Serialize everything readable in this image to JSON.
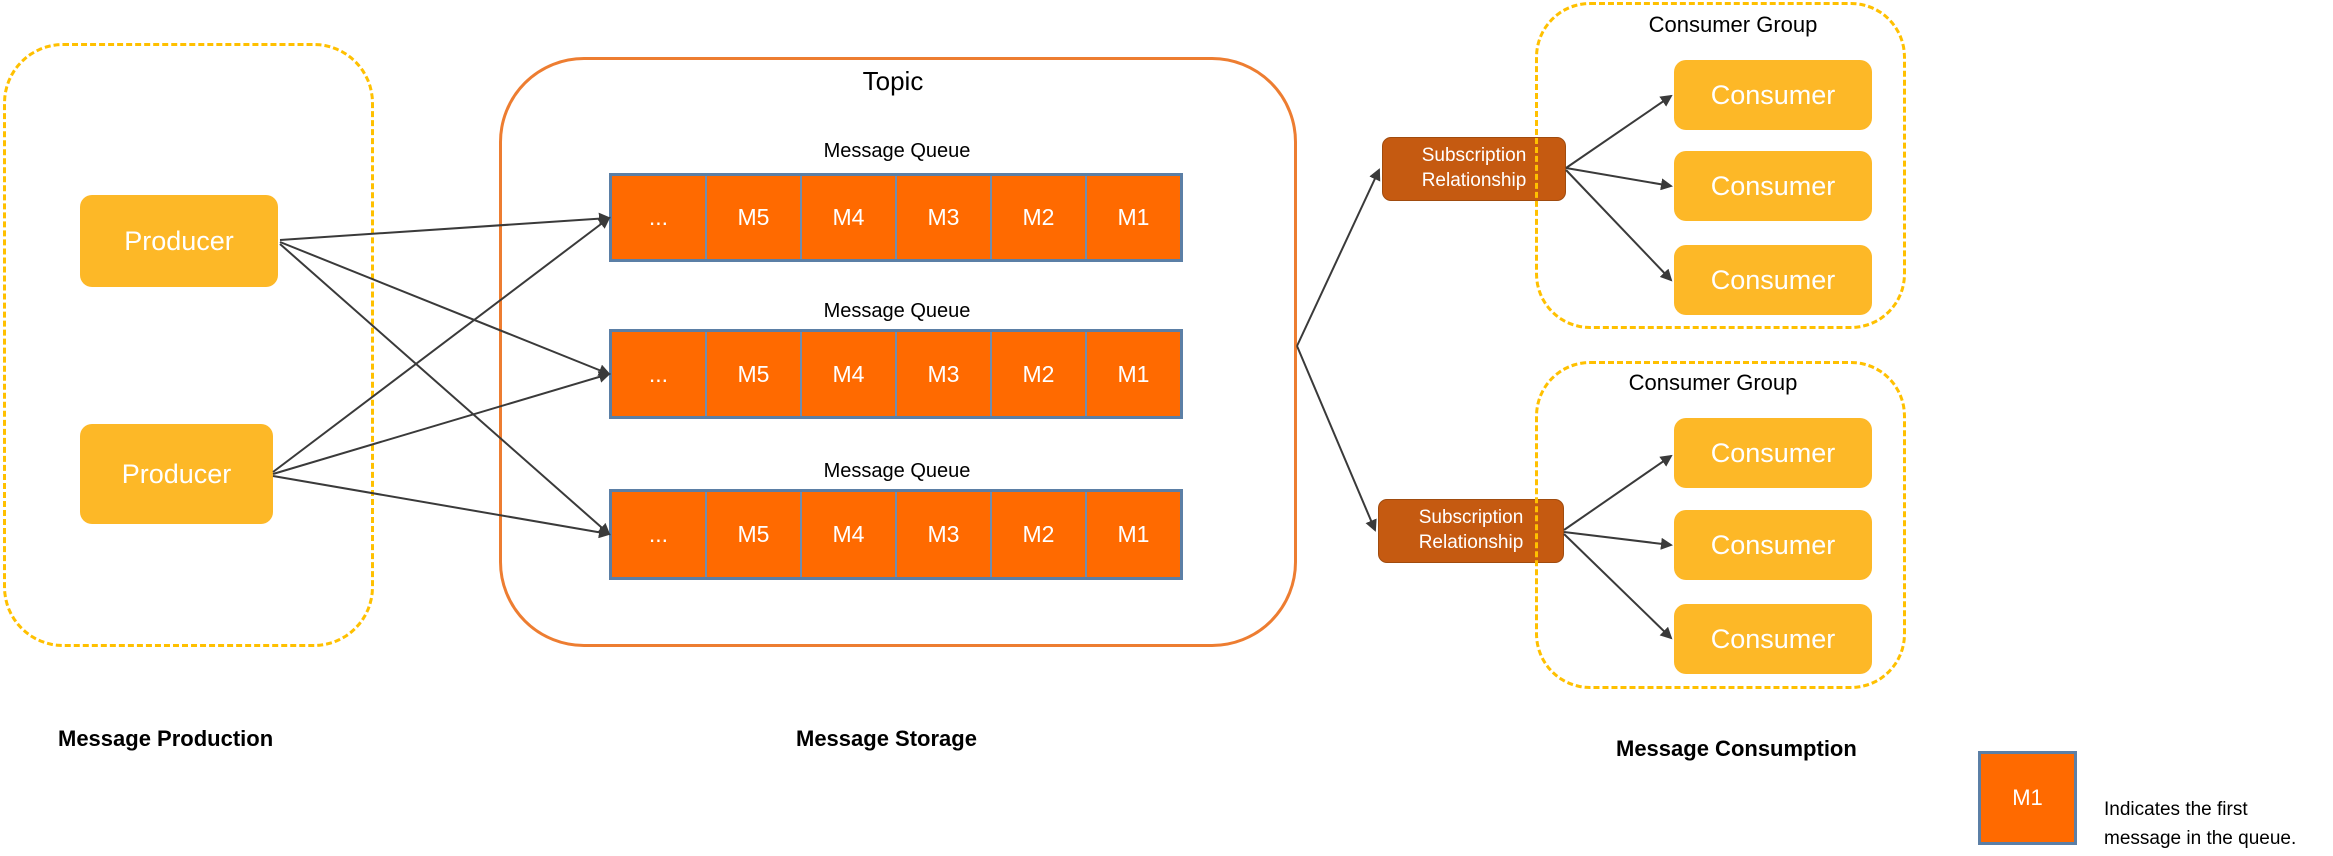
{
  "producers": [
    "Producer",
    "Producer"
  ],
  "topic": {
    "title": "Topic",
    "queue_label": "Message Queue",
    "cells": [
      "...",
      "M5",
      "M4",
      "M3",
      "M2",
      "M1"
    ]
  },
  "subscription_label": "Subscription\nRelationship",
  "consumer_group": {
    "title": "Consumer Group",
    "consumer_label": "Consumer"
  },
  "sections": {
    "production": "Message Production",
    "storage": "Message Storage",
    "consumption": "Message Consumption"
  },
  "legend": {
    "cell": "M1",
    "text_line1": "Indicates the first",
    "text_line2": "message in the queue."
  },
  "colors": {
    "producer": "#fdb827",
    "queue": "#ff6a00",
    "subscription": "#c55a11",
    "group_border": "#ffc000",
    "topic_border": "#ed7d31"
  }
}
